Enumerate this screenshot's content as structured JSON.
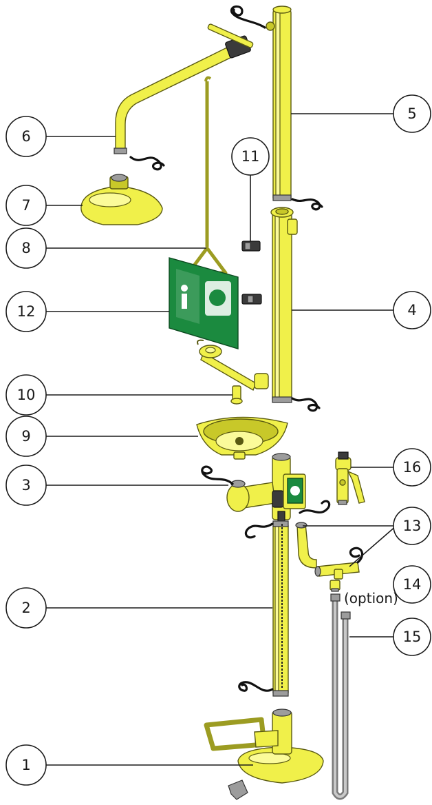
{
  "callouts": {
    "c1": "1",
    "c2": "2",
    "c3": "3",
    "c4": "4",
    "c5": "5",
    "c6": "6",
    "c7": "7",
    "c8": "8",
    "c9": "9",
    "c10": "10",
    "c11": "11",
    "c12": "12",
    "c13": "13",
    "c14": "14",
    "c15": "15",
    "c16": "16"
  },
  "notes": {
    "option": "(option)"
  },
  "colors": {
    "part_yellow": "#f0f04a",
    "sign_green": "#1b8a3f",
    "hose_grey": "#9c9c9c"
  }
}
